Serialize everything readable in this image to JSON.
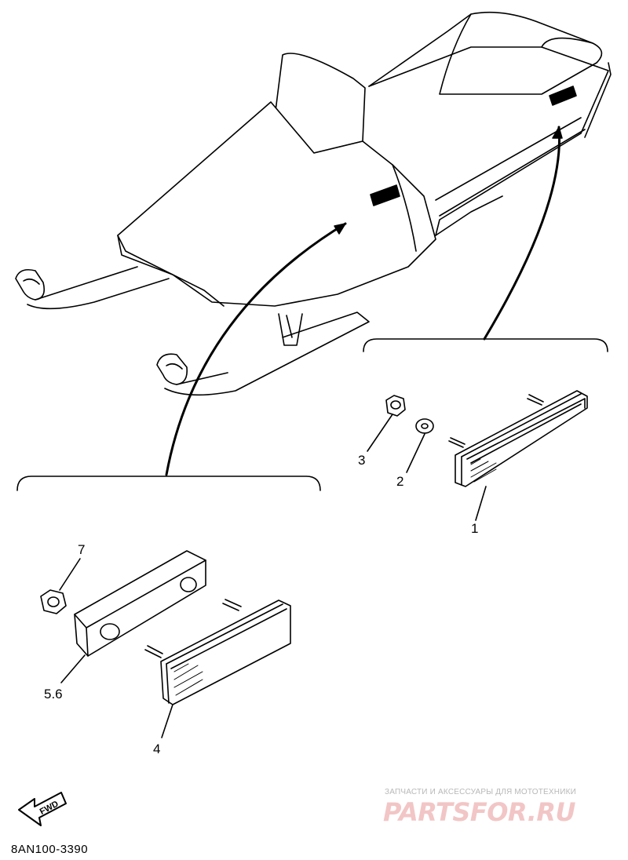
{
  "callouts": {
    "part_1": "1",
    "part_2": "2",
    "part_3": "3",
    "part_4": "4",
    "part_56": "5.6",
    "part_7": "7"
  },
  "direction_badge": "FWD",
  "diagram_code": "8AN100-3390",
  "watermark": {
    "tagline": "ЗАПЧАСТИ И АКСЕССУАРЫ ДЛЯ МОТОТЕХНИКИ",
    "brand": "PARTSFOR.RU"
  },
  "icons": [
    "snowmobile-illustration",
    "reflector-icon",
    "nut-icon",
    "washer-icon",
    "bracket-icon",
    "fwd-arrow-icon"
  ],
  "colors": {
    "line": "#000000",
    "watermark_red": "#f2c6c6",
    "watermark_gray": "#b8b8b8"
  }
}
